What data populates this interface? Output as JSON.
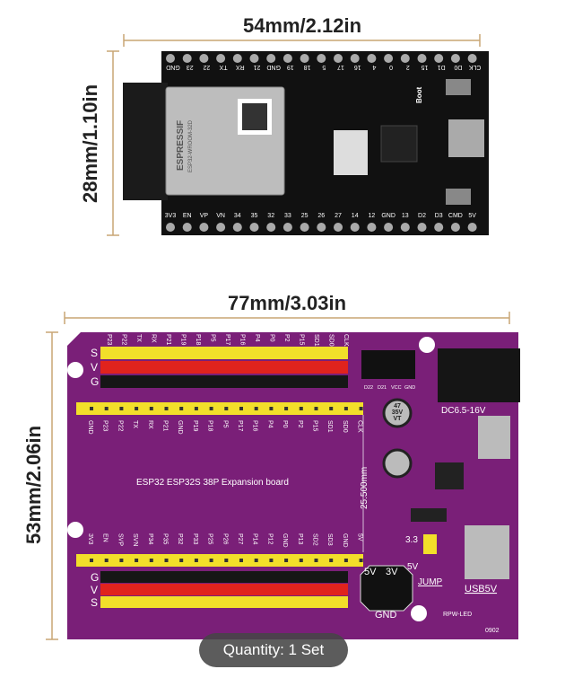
{
  "dimensions": {
    "dev_width": "54mm/2.12in",
    "dev_height": "28mm/1.10in",
    "exp_width": "77mm/3.03in",
    "exp_height": "53mm/2.06in"
  },
  "dev_board": {
    "top_pins": [
      "GND",
      "23",
      "22",
      "TX",
      "RX",
      "21",
      "GND",
      "19",
      "18",
      "5",
      "17",
      "16",
      "4",
      "0",
      "2",
      "15",
      "D1",
      "D0",
      "CLK"
    ],
    "bottom_pins": [
      "3V3",
      "EN",
      "VP",
      "VN",
      "34",
      "35",
      "32",
      "33",
      "25",
      "26",
      "27",
      "14",
      "12",
      "GND",
      "13",
      "D2",
      "D3",
      "CMD",
      "5V"
    ],
    "module_brand": "ESPRESSIF",
    "module_model": "ESP32-WROOM-32D",
    "boot_label": "Boot"
  },
  "expansion_board": {
    "title": "ESP32 ESP32S 38P Expansion board",
    "svg_rows": [
      "S",
      "V",
      "G"
    ],
    "top_triple_labels": [
      "P23",
      "P22",
      "TX",
      "RX",
      "P21",
      "P19",
      "P18",
      "P5",
      "P17",
      "P16",
      "P4",
      "P0",
      "P2",
      "P15",
      "SD1",
      "SD0",
      "CLK"
    ],
    "top_header_labels": [
      "GND",
      "P23",
      "P22",
      "TX",
      "RX",
      "P21",
      "GND",
      "P19",
      "P18",
      "P5",
      "P17",
      "P16",
      "P4",
      "P0",
      "P2",
      "P15",
      "SD1",
      "SD0",
      "CLK"
    ],
    "bottom_header_labels": [
      "3V3",
      "EN",
      "SVP",
      "SVN",
      "P34",
      "P35",
      "P32",
      "P33",
      "P25",
      "P26",
      "P27",
      "P14",
      "P12",
      "GND",
      "P13",
      "SD2",
      "SD3",
      "GND",
      "5V"
    ],
    "i2c_labels": [
      "D22",
      "D21",
      "VCC",
      "GND"
    ],
    "dc_label": "DC6.5-16V",
    "cap_label": [
      "47",
      "35V",
      "VT"
    ],
    "spacing_label": "25.500mm",
    "jumper_labels": [
      "3.3",
      "5V",
      "JUMP"
    ],
    "power_header_labels": [
      "5V",
      "3V",
      "GND"
    ],
    "usb_label": "USB5V",
    "led_label": "RPW-LED",
    "code": "0902"
  },
  "overlay": {
    "quantity": "Quantity: 1 Set"
  },
  "colors": {
    "pcb_purple": "#7a1f78",
    "dev_pcb": "#111111",
    "header_yellow": "#f2df2a",
    "header_red": "#e0231d",
    "dimension_line": "#c9a574"
  }
}
